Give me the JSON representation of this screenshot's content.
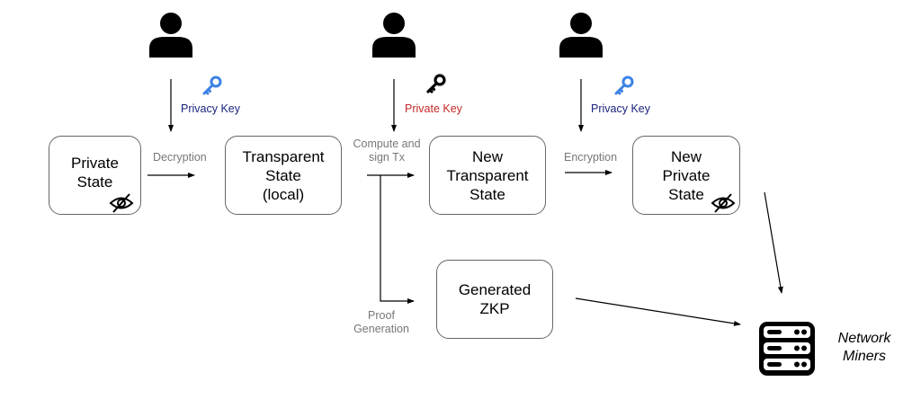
{
  "colors": {
    "privacy_key": "#1a237e",
    "private_key": "#c62828",
    "key_blue": "#3b82e6",
    "key_black": "#000000",
    "edge_label": "#777777",
    "box_border": "#666666"
  },
  "users": [
    {
      "icon": "user-icon"
    },
    {
      "icon": "user-icon"
    },
    {
      "icon": "user-icon"
    }
  ],
  "keys": [
    {
      "label": "Privacy Key",
      "icon": "key-icon-blue"
    },
    {
      "label": "Private Key",
      "icon": "key-icon-black"
    },
    {
      "label": "Privacy Key",
      "icon": "key-icon-blue"
    }
  ],
  "nodes": {
    "private_state": "Private\nState",
    "transparent_state": "Transparent\nState\n(local)",
    "new_transparent_state": "New\nTransparent\nState",
    "new_private_state": "New\nPrivate\nState",
    "generated_zkp": "Generated\nZKP",
    "network_miners": "Network\nMiners"
  },
  "edges": {
    "decryption": "Decryption",
    "compute_sign": "Compute and\nsign Tx",
    "encryption": "Encryption",
    "proof_generation": "Proof\nGeneration"
  },
  "icons": {
    "hidden": "eye-slash-icon",
    "server": "server-icon"
  }
}
